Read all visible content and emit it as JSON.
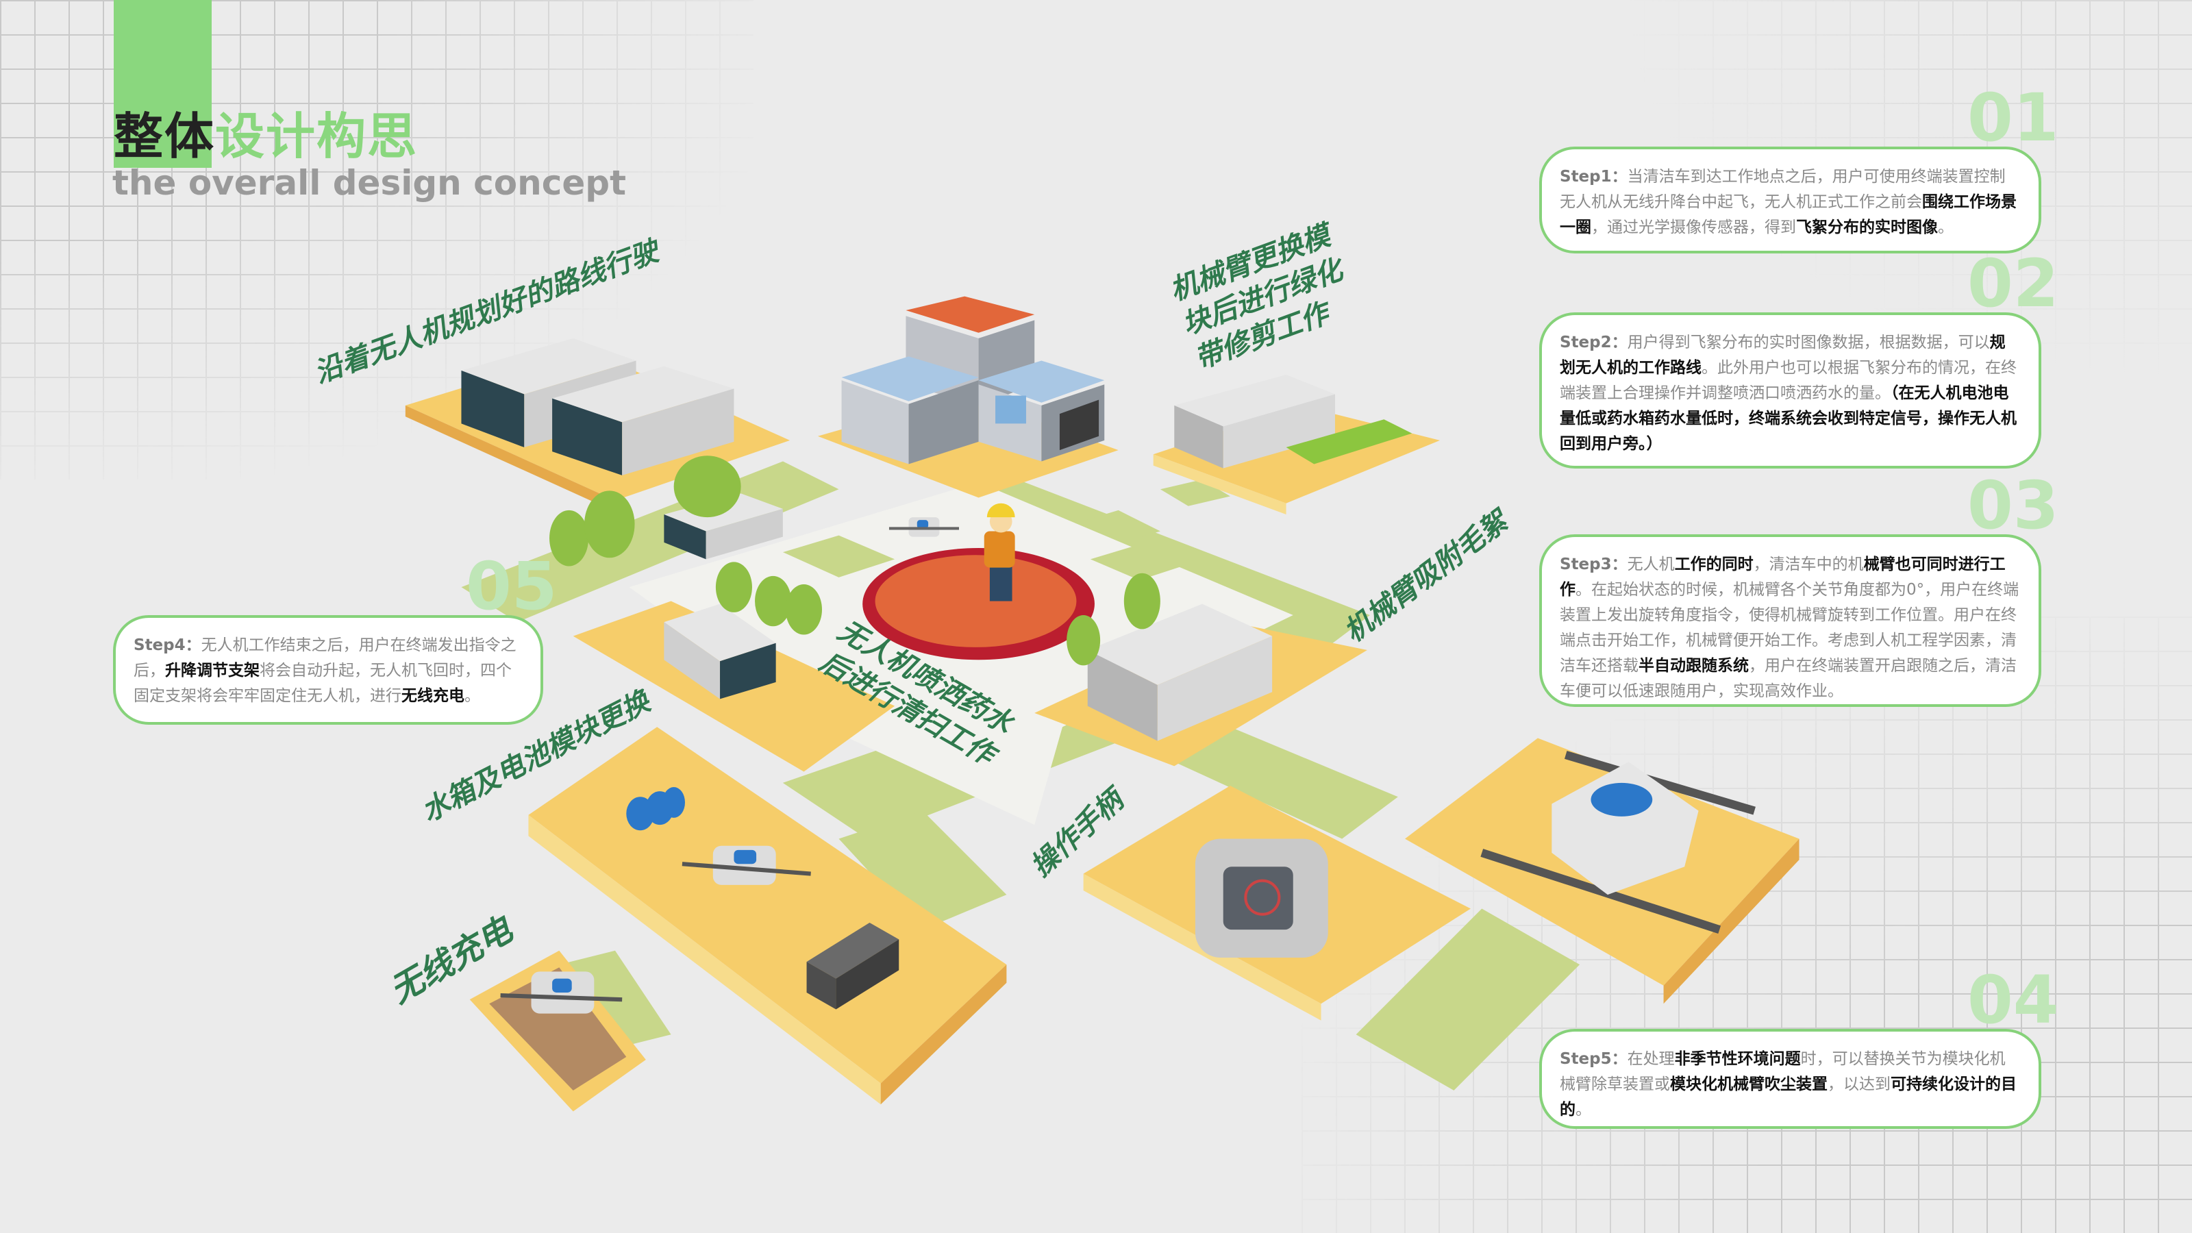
{
  "header": {
    "title_dark": "整体",
    "title_light": "设计构思",
    "subtitle": "the overall design concept"
  },
  "colors": {
    "accent_green": "#8ad77e",
    "number_green": "#bfe6b7",
    "label_green": "#2f7a4d",
    "tile_yellow": "#f6cd6a",
    "road_green": "#c8d78a",
    "platform_red": "#e2673a"
  },
  "scene_labels": {
    "route": "沿着无人机规划好的路线行驶",
    "greenbelt": [
      "机械臂更换模",
      "块后进行绿化",
      "带修剪工作"
    ],
    "fluff": "机械臂吸附毛絮",
    "spray": [
      "无人机喷洒药水",
      "后进行清扫工作"
    ],
    "modules": "水箱及电池模块更换",
    "handle": "操作手柄",
    "charging": "无线充电"
  },
  "steps": [
    {
      "number": "01",
      "head": "Step1：",
      "segments": [
        {
          "t": "当清洁车到达工作地点之后，用户可使用终端装置控制无人机从无线升降台中起飞，无人机正式工作之前会",
          "b": false
        },
        {
          "t": "围绕工作场景一圈",
          "b": true
        },
        {
          "t": "，通过光学摄像传感器，得到",
          "b": false
        },
        {
          "t": "飞絮分布的实时图像",
          "b": true
        },
        {
          "t": "。",
          "b": false
        }
      ]
    },
    {
      "number": "02",
      "head": "Step2：",
      "segments": [
        {
          "t": "用户得到飞絮分布的实时图像数据，根据数据，可以",
          "b": false
        },
        {
          "t": "规划无人机的工作路线",
          "b": true
        },
        {
          "t": "。此外用户也可以根据飞絮分布的情况，在终端装置上合理操作并调整喷洒口喷洒药水的量。",
          "b": false
        },
        {
          "t": "（在无人机电池电量低或药水箱药水量低时，终端系统会收到特定信号，操作无人机回到用户旁。）",
          "b": true
        }
      ]
    },
    {
      "number": "03",
      "head": "Step3：",
      "segments": [
        {
          "t": "无人机",
          "b": false
        },
        {
          "t": "工作的同时",
          "b": true
        },
        {
          "t": "，清洁车中的机",
          "b": false
        },
        {
          "t": "械臂也可同时进行工作",
          "b": true
        },
        {
          "t": "。在起始状态的时候，机械臂各个关节角度都为0°，用户在终端装置上发出旋转角度指令，使得机械臂旋转到工作位置。用户在终端点击开始工作，机械臂便开始工作。考虑到人机工程学因素，清洁车还搭载",
          "b": false
        },
        {
          "t": "半自动跟随系统",
          "b": true
        },
        {
          "t": "，用户在终端装置开启跟随之后，清洁车便可以低速跟随用户，实现高效作业。",
          "b": false
        }
      ]
    },
    {
      "number": "05",
      "head": "Step4：",
      "segments": [
        {
          "t": "无人机工作结束之后，用户在终端发出指令之后，",
          "b": false
        },
        {
          "t": "升降调节支架",
          "b": true
        },
        {
          "t": "将会自动升起，无人机飞回时，四个固定支架将会牢牢固定住无人机，进行",
          "b": false
        },
        {
          "t": "无线充电",
          "b": true
        },
        {
          "t": "。",
          "b": false
        }
      ]
    },
    {
      "number": "04",
      "head": "Step5：",
      "segments": [
        {
          "t": "在处理",
          "b": false
        },
        {
          "t": "非季节性环境问题",
          "b": true
        },
        {
          "t": "时，可以替换关节为模块化机械臂除草装置或",
          "b": false
        },
        {
          "t": "模块化机械臂吹尘装置",
          "b": true
        },
        {
          "t": "，以达到",
          "b": false
        },
        {
          "t": "可持续化设计的目的",
          "b": true
        },
        {
          "t": "。",
          "b": false
        }
      ]
    }
  ]
}
